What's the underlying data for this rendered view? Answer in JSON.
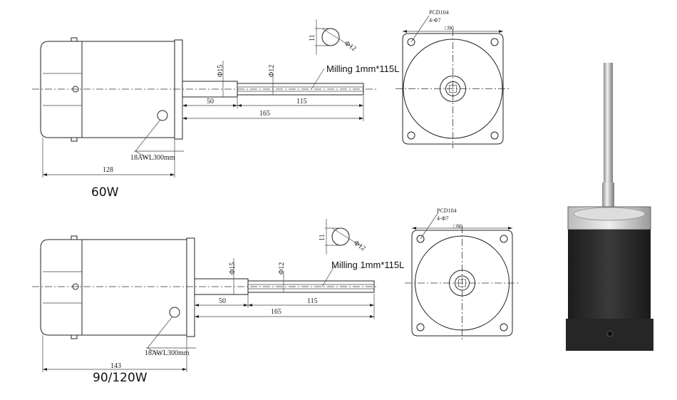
{
  "views": [
    {
      "power": "60W",
      "milling": "Milling 1mm*115L",
      "dim_shaft_step": "50",
      "dim_shaft_end": "115",
      "dim_shaft_total": "165",
      "dim_body": "128",
      "wire": "18AWL300mm",
      "dia_step": "Φ15",
      "dia_shaft": "Φ12",
      "section_flat": "11",
      "section_dia": "Φ12",
      "pcd": "PCD104",
      "holes": "4-Φ7",
      "square": "□90"
    },
    {
      "power": "90/120W",
      "milling": "Milling 1mm*115L",
      "dim_shaft_step": "50",
      "dim_shaft_end": "115",
      "dim_shaft_total": "165",
      "dim_body": "143",
      "wire": "18AWL300mm",
      "dia_step": "Φ15",
      "dia_shaft": "Φ12",
      "section_flat": "11",
      "section_dia": "Φ12",
      "pcd": "PCD104",
      "holes": "4-Φ7",
      "square": "□90"
    }
  ],
  "colors": {
    "line": "#222222",
    "motor_body": "#2a2a2a",
    "shaft": "#c8c8c8"
  }
}
